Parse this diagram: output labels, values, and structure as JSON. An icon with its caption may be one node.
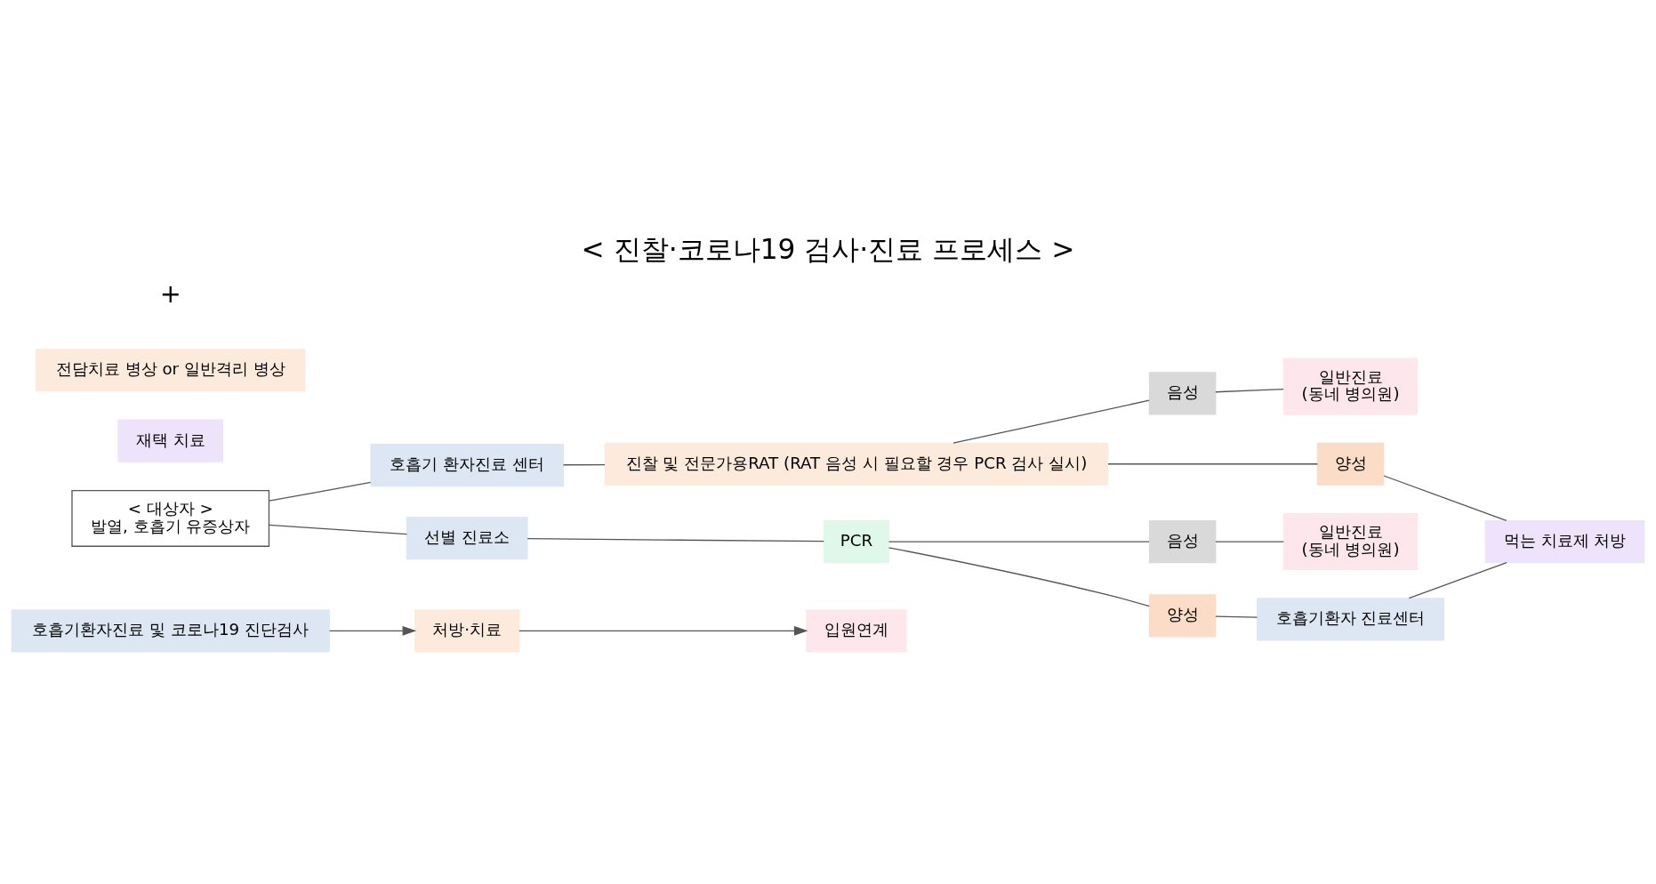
{
  "diagram": {
    "title": "< 진찰·코로나19 검사·진료 프로세스 >",
    "nodes": [
      {
        "text": [
          "호흡기환자진료 및 코로나19 진단검사"
        ]
      },
      {
        "text": [
          "처방·치료"
        ]
      },
      {
        "text": [
          "입원연계"
        ]
      },
      {
        "text": [
          "< 대상자 >",
          "발열, 호흡기 유증상자"
        ]
      },
      {
        "text": [
          "호흡기 환자진료 센터"
        ]
      },
      {
        "text": [
          "선별 진료소"
        ]
      },
      {
        "text": [
          "진찰 및 전문가용RAT (RAT 음성 시 필요할 경우 PCR 검사 실시)"
        ]
      },
      {
        "text": [
          "PCR"
        ]
      },
      {
        "text": [
          "음성"
        ]
      },
      {
        "text": [
          "양성"
        ]
      },
      {
        "text": [
          "음성"
        ]
      },
      {
        "text": [
          "양성"
        ]
      },
      {
        "text": [
          "일반진료",
          "(동네 병의원)"
        ]
      },
      {
        "text": [
          "일반진료",
          "(동네 병의원)"
        ]
      },
      {
        "text": [
          "호흡기환자 진료센터"
        ]
      },
      {
        "text": [
          "먹는 치료제 처방"
        ]
      },
      {
        "text": [
          "재택 치료"
        ]
      },
      {
        "text": [
          "전담치료 병상 or 일반격리 병상"
        ]
      }
    ],
    "edges": [
      {
        "from": 0,
        "to": 1,
        "arrow": "to"
      },
      {
        "from": 1,
        "to": 2,
        "arrow": "to"
      },
      {
        "from": 3,
        "to": 4,
        "arrow": "none"
      },
      {
        "from": 3,
        "to": 5,
        "arrow": "none"
      },
      {
        "from": 4,
        "to": 6,
        "arrow": "none"
      },
      {
        "from": 5,
        "to": 7,
        "arrow": "none"
      },
      {
        "from": 6,
        "to": 8,
        "arrow": "none"
      },
      {
        "from": 6,
        "to": 9,
        "arrow": "none"
      },
      {
        "from": 7,
        "to": 10,
        "arrow": "none"
      },
      {
        "from": 7,
        "to": 11,
        "arrow": "none"
      },
      {
        "from": 8,
        "to": 12,
        "arrow": "none"
      },
      {
        "from": 10,
        "to": 13,
        "arrow": "none"
      },
      {
        "from": 9,
        "to": 15,
        "arrow": "none"
      },
      {
        "from": 11,
        "to": 14,
        "arrow": "none"
      },
      {
        "from": 14,
        "to": 15,
        "arrow": "none"
      }
    ],
    "labels": [
      "+"
    ]
  }
}
